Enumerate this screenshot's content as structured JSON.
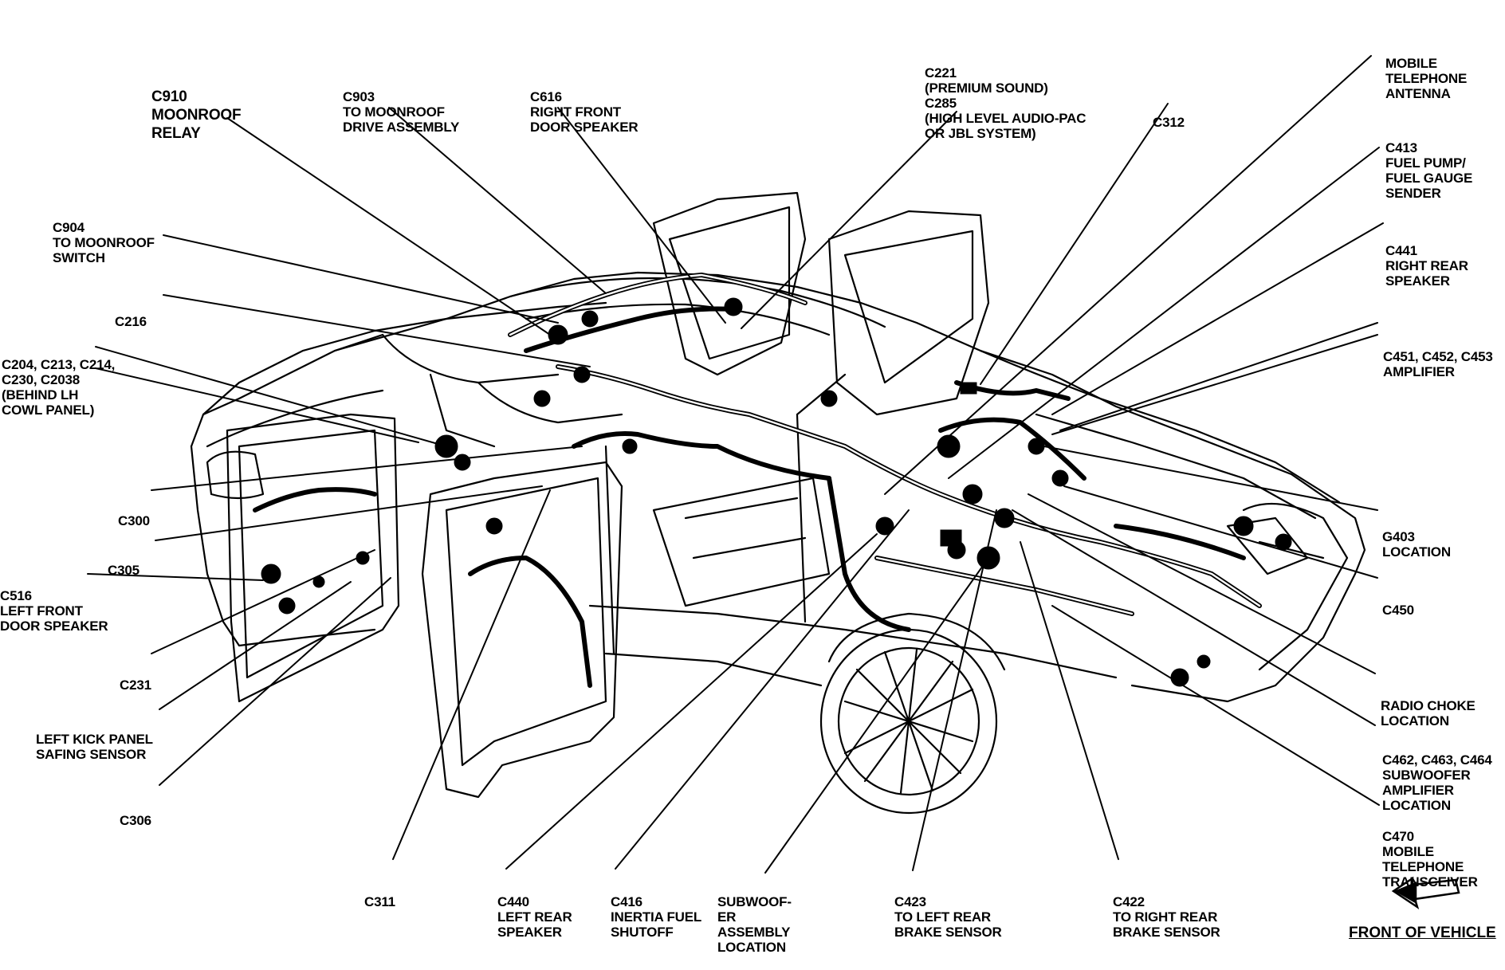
{
  "labels": [
    {
      "id": "c910",
      "lines": [
        "C910",
        "MOONROOF",
        "RELAY"
      ]
    },
    {
      "id": "c903",
      "lines": [
        "C903",
        "TO MOONROOF",
        "DRIVE ASSEMBLY"
      ]
    },
    {
      "id": "c616",
      "lines": [
        "C616",
        "RIGHT FRONT",
        "DOOR SPEAKER"
      ]
    },
    {
      "id": "c221",
      "lines": [
        "C221",
        "(PREMIUM SOUND)",
        "C285",
        "(HIGH LEVEL AUDIO-PAC",
        "OR JBL SYSTEM)"
      ]
    },
    {
      "id": "c312",
      "lines": [
        "C312"
      ]
    },
    {
      "id": "mobile-antenna",
      "lines": [
        "MOBILE",
        "TELEPHONE",
        "ANTENNA"
      ]
    },
    {
      "id": "c413",
      "lines": [
        "C413",
        "FUEL PUMP/",
        "FUEL GAUGE",
        "SENDER"
      ]
    },
    {
      "id": "c441",
      "lines": [
        "C441",
        "RIGHT REAR",
        "SPEAKER"
      ]
    },
    {
      "id": "c451",
      "lines": [
        "C451, C452, C453",
        "AMPLIFIER"
      ]
    },
    {
      "id": "c904",
      "lines": [
        "C904",
        "TO MOONROOF",
        "SWITCH"
      ]
    },
    {
      "id": "c216",
      "lines": [
        "C216"
      ]
    },
    {
      "id": "c204",
      "lines": [
        "C204, C213, C214,",
        "C230, C2038",
        "(BEHIND LH",
        "COWL PANEL)"
      ]
    },
    {
      "id": "c300",
      "lines": [
        "C300"
      ]
    },
    {
      "id": "c305",
      "lines": [
        "C305"
      ]
    },
    {
      "id": "c516",
      "lines": [
        "C516",
        "LEFT FRONT",
        "DOOR SPEAKER"
      ]
    },
    {
      "id": "c231",
      "lines": [
        "C231"
      ]
    },
    {
      "id": "left-kick",
      "lines": [
        "LEFT KICK PANEL",
        "SAFING SENSOR"
      ]
    },
    {
      "id": "c306",
      "lines": [
        "C306"
      ]
    },
    {
      "id": "c311",
      "lines": [
        "C311"
      ]
    },
    {
      "id": "c440",
      "lines": [
        "C440",
        "LEFT REAR",
        "SPEAKER"
      ]
    },
    {
      "id": "c416",
      "lines": [
        "C416",
        "INERTIA FUEL",
        "SHUTOFF"
      ]
    },
    {
      "id": "subwoofer",
      "lines": [
        "SUBWOOF-",
        "ER",
        "ASSEMBLY",
        "LOCATION"
      ]
    },
    {
      "id": "c423",
      "lines": [
        "C423",
        "TO LEFT REAR",
        "BRAKE SENSOR"
      ]
    },
    {
      "id": "c422",
      "lines": [
        "C422",
        "TO RIGHT REAR",
        "BRAKE SENSOR"
      ]
    },
    {
      "id": "g403",
      "lines": [
        "G403",
        "LOCATION"
      ]
    },
    {
      "id": "c450",
      "lines": [
        "C450"
      ]
    },
    {
      "id": "radio-choke",
      "lines": [
        "RADIO CHOKE",
        "LOCATION"
      ]
    },
    {
      "id": "c462",
      "lines": [
        "C462, C463, C464",
        "SUBWOOFER",
        "AMPLIFIER",
        "LOCATION"
      ]
    },
    {
      "id": "c470",
      "lines": [
        "C470",
        "MOBILE",
        "TELEPHONE",
        "TRANSCEIVER"
      ]
    }
  ],
  "front_of_vehicle": "FRONT OF VEHICLE"
}
